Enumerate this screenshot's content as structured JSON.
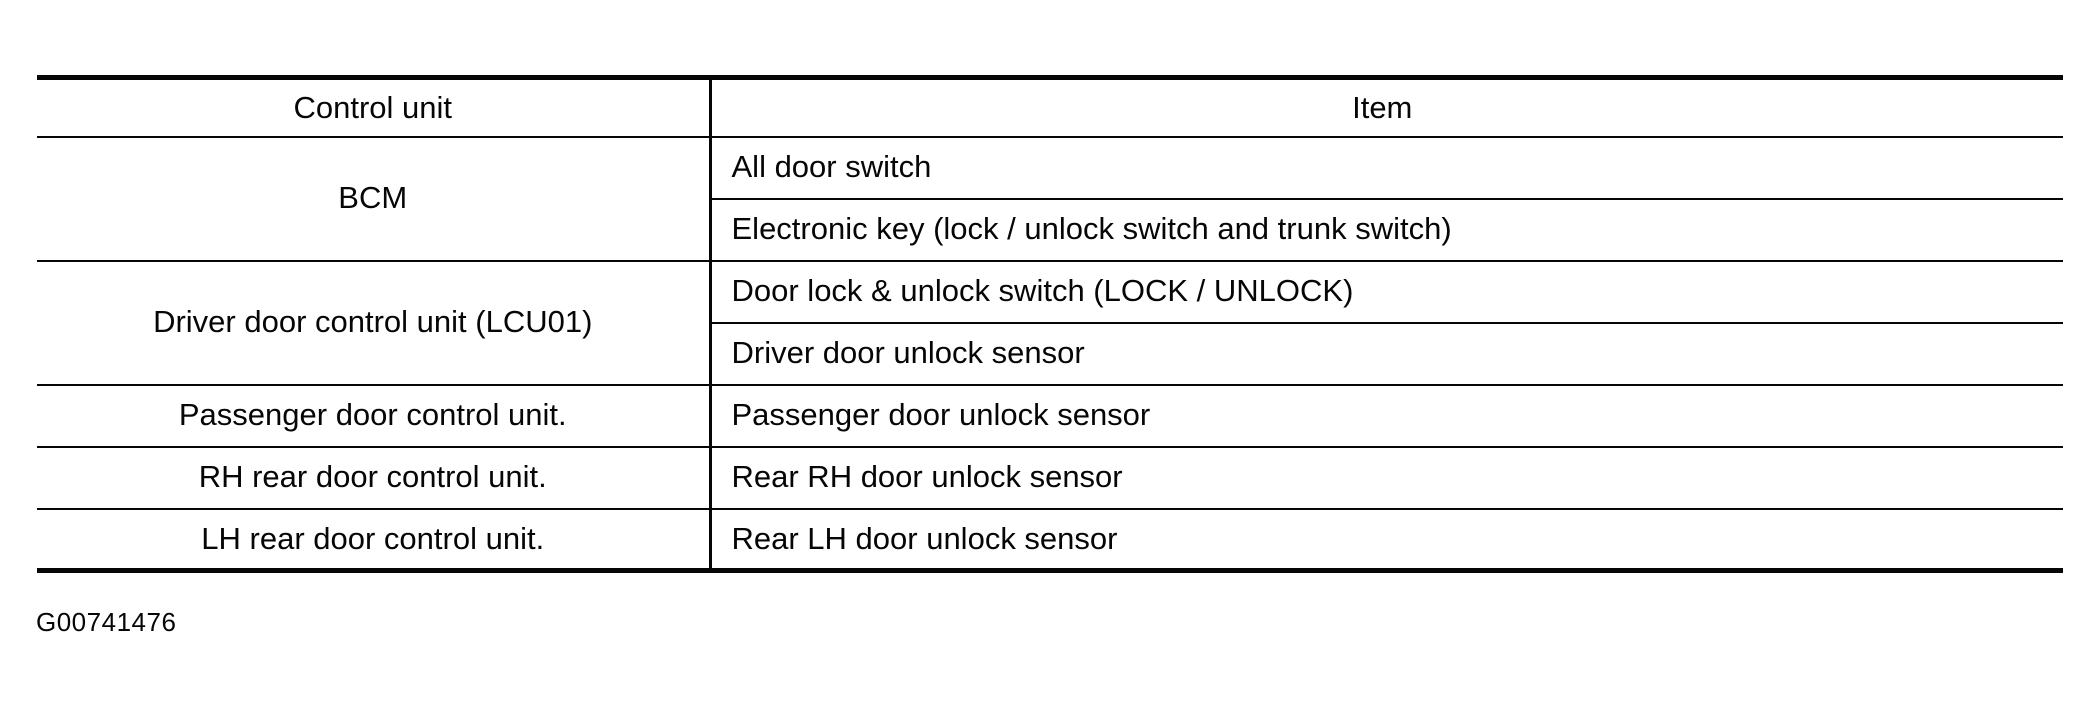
{
  "table": {
    "headers": {
      "control_unit": "Control unit",
      "item": "Item"
    },
    "groups": [
      {
        "control_unit": "BCM",
        "items": [
          "All door switch",
          "Electronic key (lock / unlock switch and trunk switch)"
        ]
      },
      {
        "control_unit": "Driver door control unit (LCU01)",
        "items": [
          "Door lock & unlock switch (LOCK / UNLOCK)",
          "Driver door unlock sensor"
        ]
      },
      {
        "control_unit": "Passenger door control unit.",
        "items": [
          "Passenger door unlock sensor"
        ]
      },
      {
        "control_unit": "RH rear door control unit.",
        "items": [
          "Rear RH door unlock sensor"
        ]
      },
      {
        "control_unit": "LH rear door control unit.",
        "items": [
          "Rear LH door unlock sensor"
        ]
      }
    ]
  },
  "figure_id": "G00741476",
  "colors": {
    "text": "#060606",
    "border": "#060606",
    "background": "#ffffff"
  }
}
